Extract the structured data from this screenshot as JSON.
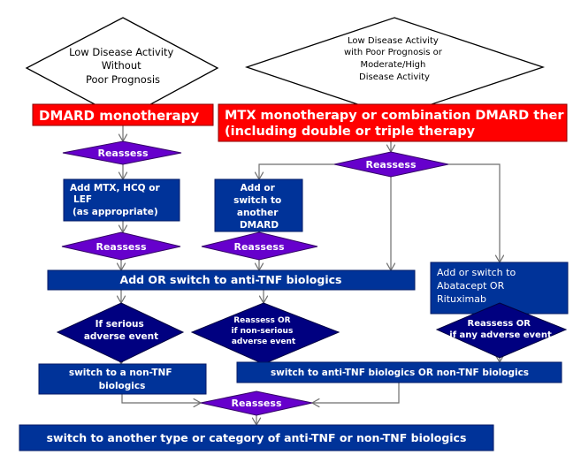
{
  "colors": {
    "red": "#ff0000",
    "blue": "#003399",
    "purple": "#6600cc",
    "navy": "#000080"
  },
  "start_left": [
    "Low Disease Activity",
    "Without",
    "Poor Prognosis"
  ],
  "start_right": [
    "Low Disease Activity",
    "with Poor Prognosis or",
    "Moderate/High",
    "Disease Activity"
  ],
  "dmard_mono": "DMARD monotherapy",
  "mtx_combo": [
    "MTX monotherapy or combination DMARD ther",
    "(including double or triple therapy"
  ],
  "reassess": "Reassess",
  "add_mtx": [
    "Add MTX, HCQ or",
    "LEF",
    "(as appropriate)"
  ],
  "add_dmard": [
    "Add or",
    "switch to",
    "another",
    "DMARD"
  ],
  "anti_tnf": "Add OR switch to anti-TNF biologics",
  "abatacept": [
    "Add or switch to",
    "Abatacept OR",
    "Rituximab"
  ],
  "serious": [
    "If serious",
    "adverse event"
  ],
  "non_serious": [
    "Reassess OR",
    "if non-serious",
    "adverse event"
  ],
  "any_adverse": [
    "Reassess OR",
    "if any adverse event"
  ],
  "switch_non_tnf": [
    "switch to a non-TNF",
    "biologics"
  ],
  "switch_either": "switch to anti-TNF biologics  OR non-TNF biologics",
  "final": "switch to another type or category of anti-TNF or  non-TNF biologics"
}
